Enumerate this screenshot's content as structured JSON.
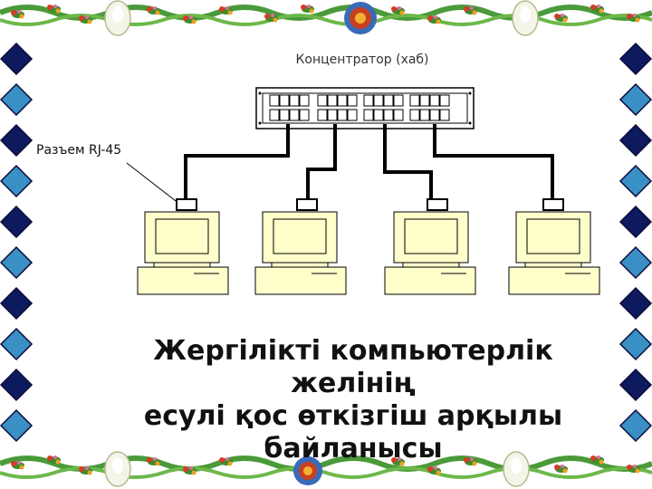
{
  "hub_label": "Концентратор (хаб)",
  "connector_label": "Разъем RJ-45",
  "title_lines": [
    "Жергілікті  компьютерлік",
    "желінің",
    "есулі қос өткізгіш арқылы",
    "байланысы"
  ],
  "colors": {
    "computer_fill": "#ffffcc",
    "diamond_dark": "#0d1a5e",
    "diamond_light": "#3a8fc4",
    "cable": "#000000"
  },
  "icons": [
    "diamond-border-icon",
    "flower-garland-icon",
    "lightbulb-icon",
    "computer-icon",
    "hub-icon"
  ]
}
